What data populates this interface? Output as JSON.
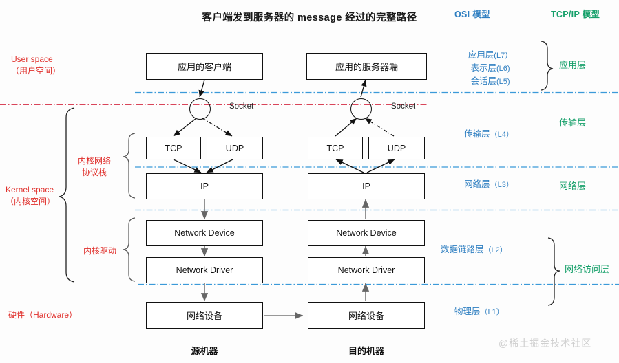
{
  "title": "客户端发到服务器的 message 经过的完整路径",
  "column_headers": {
    "osi": "OSI 模型",
    "tcpip": "TCP/IP 模型"
  },
  "colors": {
    "osi_blue": "#2f7fc1",
    "tcpip_green": "#16a06a",
    "annotation_red": "#e0302c",
    "divider_blue": "#3b9ad9",
    "divider_red": "#d9455a",
    "box_border": "#111111",
    "arrow": "#555555",
    "watermark": "#cfcfcf"
  },
  "space_labels": {
    "user_space_en": "User space",
    "user_space_cn": "（用户空间）",
    "kernel_space_en": "Kernel space",
    "kernel_space_cn": "（内核空间）",
    "hardware": "硬件（Hardware）",
    "kernel_net_stack": "内核网络",
    "kernel_net_stack2": "协议栈",
    "kernel_driver": "内核驱动"
  },
  "source_machine": {
    "label": "源机器",
    "boxes": [
      {
        "name": "app-client",
        "text": "应用的客户端"
      },
      {
        "name": "tcp",
        "text": "TCP"
      },
      {
        "name": "udp",
        "text": "UDP"
      },
      {
        "name": "ip",
        "text": "IP"
      },
      {
        "name": "network-device-driverlayer",
        "text": "Network Device"
      },
      {
        "name": "network-driver",
        "text": "Network Driver"
      },
      {
        "name": "hardware-nic",
        "text": "网络设备"
      }
    ],
    "socket_label": "Socket"
  },
  "dest_machine": {
    "label": "目的机器",
    "boxes": [
      {
        "name": "app-server",
        "text": "应用的服务器端"
      },
      {
        "name": "tcp",
        "text": "TCP"
      },
      {
        "name": "udp",
        "text": "UDP"
      },
      {
        "name": "ip",
        "text": "IP"
      },
      {
        "name": "network-device-driverlayer",
        "text": "Network Device"
      },
      {
        "name": "network-driver",
        "text": "Network Driver"
      },
      {
        "name": "hardware-nic",
        "text": "网络设备"
      }
    ],
    "socket_label": "Socket"
  },
  "osi_layers": [
    {
      "name": "application",
      "cn": "应用层",
      "level": "(L7）"
    },
    {
      "name": "presentation",
      "cn": "表示层",
      "level": "(L6)"
    },
    {
      "name": "session",
      "cn": "会话层",
      "level": "(L5)"
    },
    {
      "name": "transport",
      "cn": "传输层",
      "level": "（L4）"
    },
    {
      "name": "network",
      "cn": "网络层",
      "level": "（L3）"
    },
    {
      "name": "datalink",
      "cn": "数据链路层",
      "level": "（L2）"
    },
    {
      "name": "physical",
      "cn": "物理层",
      "level": "（L1）"
    }
  ],
  "tcpip_layers": [
    {
      "name": "application",
      "cn": "应用层"
    },
    {
      "name": "transport",
      "cn": "传输层"
    },
    {
      "name": "internet",
      "cn": "网络层"
    },
    {
      "name": "network-access",
      "cn": "网络访问层"
    }
  ],
  "watermark": "@稀土掘金技术社区"
}
